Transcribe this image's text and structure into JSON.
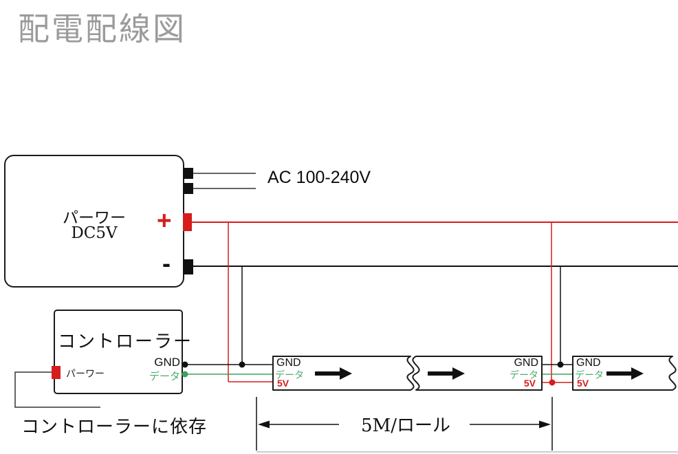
{
  "title": "配電配線図",
  "power_supply": {
    "name": "パーワー",
    "voltage": "DC5V",
    "plus": "+",
    "minus": "-",
    "ac_input_label": "AC 100-240V"
  },
  "controller": {
    "title": "コントローラー",
    "power_label": "パーワー",
    "gnd_label": "GND",
    "data_label": "データ",
    "note": "コントローラーに依存"
  },
  "strips": [
    {
      "gnd": "GND",
      "data": "データ",
      "v5": "5V"
    },
    {
      "gnd": "GND",
      "data": "データ",
      "v5": "5V"
    },
    {
      "gnd": "GND",
      "data": "データ",
      "v5": "5V"
    }
  ],
  "dimension": {
    "label": "5M/ロール"
  },
  "colors": {
    "wire_positive": "#d61c1c",
    "wire_negative": "#111111",
    "wire_data": "#3fa05a",
    "data_text": "#4cab6d",
    "title_gray": "#9b9b9b",
    "terminal_red": "#d61c1c",
    "terminal_black": "#111111"
  }
}
